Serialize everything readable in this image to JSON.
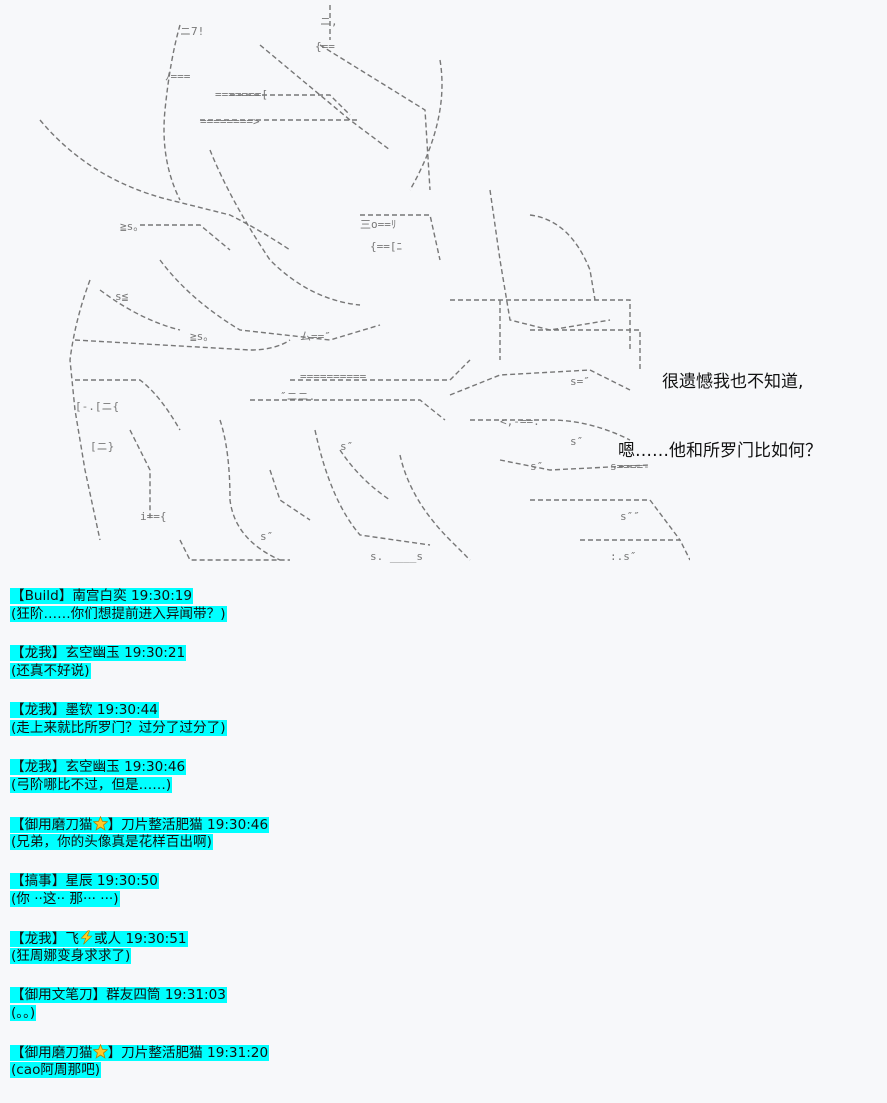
{
  "speech": {
    "line1": "很遗憾我也不知道,",
    "line2": "嗯……他和所罗门比如何？"
  },
  "messages": [
    {
      "tag": "【Build】",
      "user": "南宫白奕",
      "time": "19:30:19",
      "text": "(狂阶……你们想提前进入异闻带？)"
    },
    {
      "tag": "【龙我】",
      "user": "玄空幽玉",
      "time": "19:30:21",
      "text": "(还真不好说)"
    },
    {
      "tag": "【龙我】",
      "user": "墨钦",
      "time": "19:30:44",
      "text": "(走上来就比所罗门？过分了过分了)"
    },
    {
      "tag": "【龙我】",
      "user": "玄空幽玉",
      "time": "19:30:46",
      "text": "(弓阶哪比不过，但是……)"
    },
    {
      "tag_pre": "【御用磨刀猫",
      "tag_icon": "star-icon",
      "tag_post": "】",
      "user": "刀片整活肥猫",
      "time": "19:30:46",
      "text": "(兄弟，你的头像真是花样百出啊)"
    },
    {
      "tag": "【搞事】",
      "user": "星辰",
      "time": "19:30:50",
      "text": "(你 ··这·· 那··· ···)"
    },
    {
      "tag": "【龙我】",
      "user_pre": "飞",
      "user_icon": "lightning-icon",
      "user_post": "或人",
      "time": "19:30:51",
      "text": "(狂周娜变身求求了)"
    },
    {
      "tag": "【御用文笔刀】",
      "user": "群友四筒",
      "time": "19:31:03",
      "text": "(。。)"
    },
    {
      "tag_pre": "【御用磨刀猫",
      "tag_icon": "star-icon",
      "tag_post": "】",
      "user": "刀片整活肥猫",
      "time": "19:31:20",
      "text": "(cao阿周那吧)"
    }
  ]
}
